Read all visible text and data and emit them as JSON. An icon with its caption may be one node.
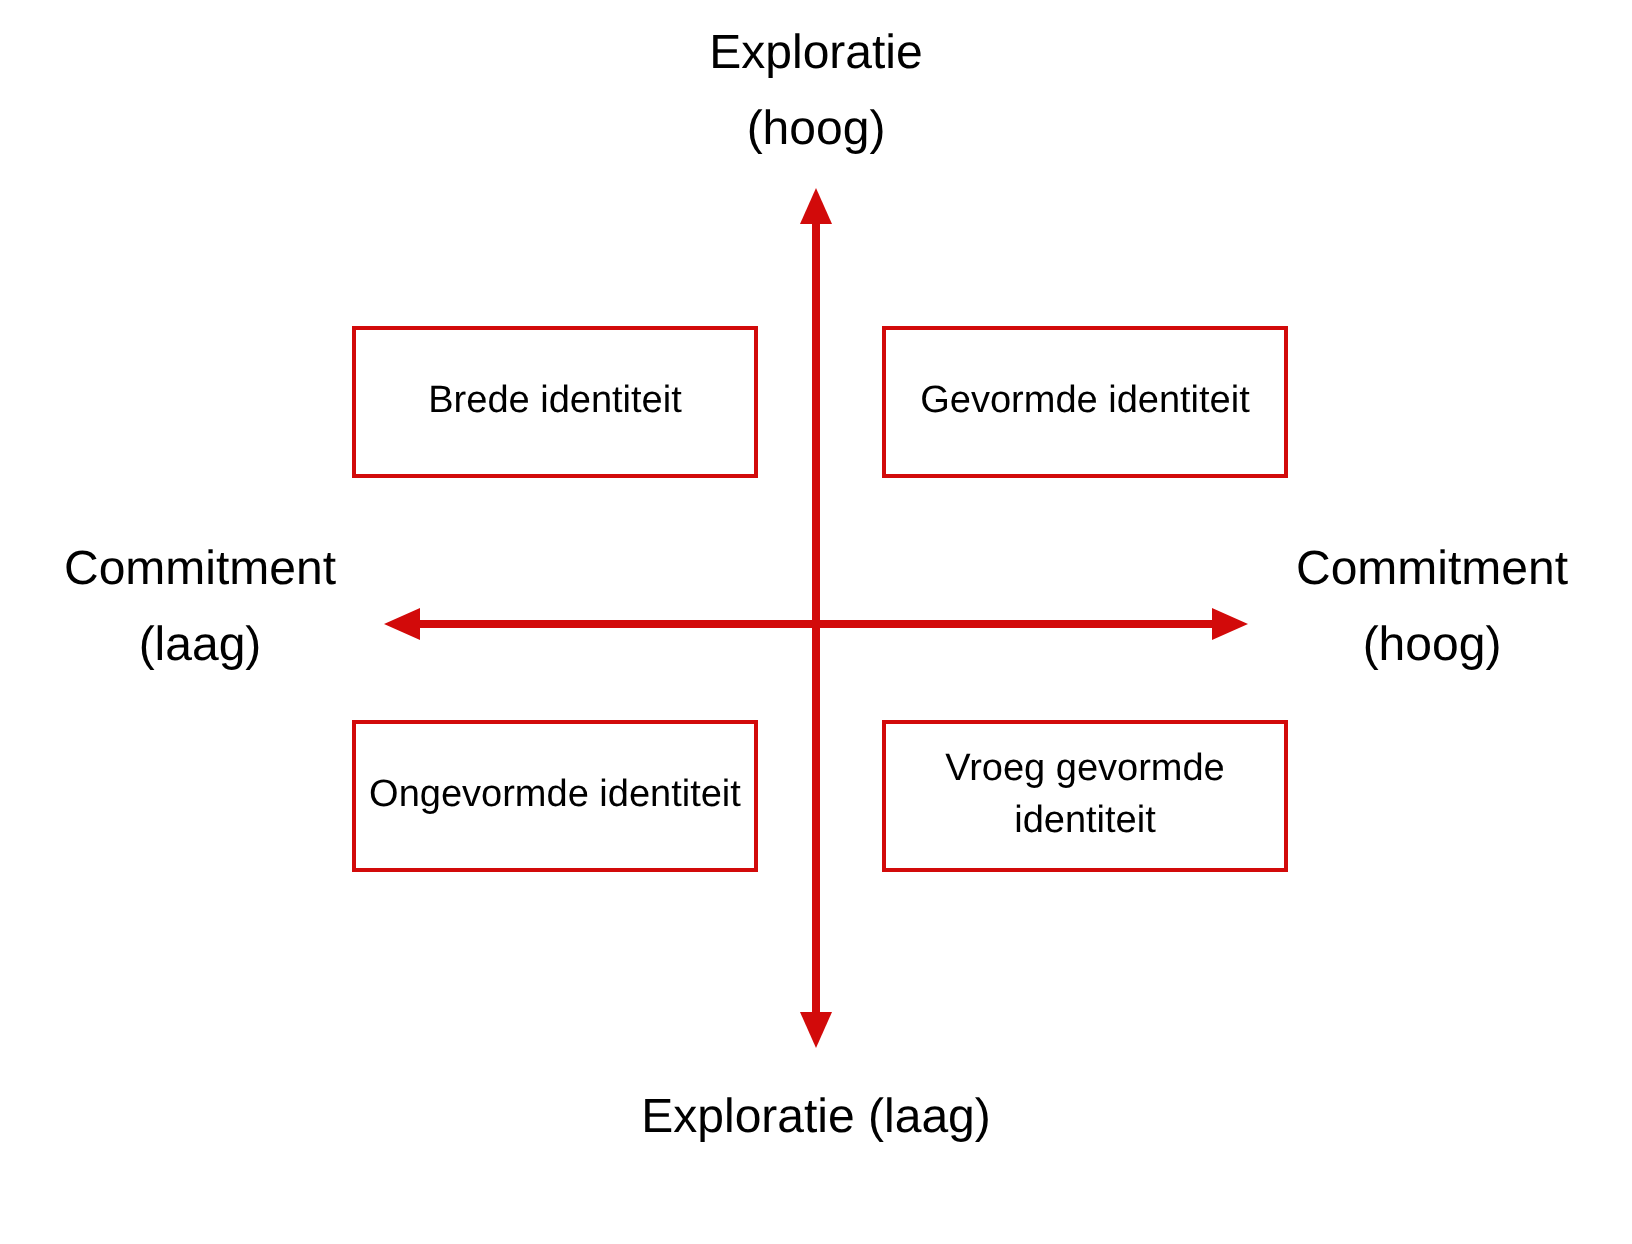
{
  "diagram": {
    "nodes": [
      {
        "text": [
          "Brede identiteit"
        ]
      },
      {
        "text": [
          "Gevormde identiteit"
        ]
      },
      {
        "text": [
          "Ongevormde identiteit"
        ]
      },
      {
        "text": [
          "Vroeg gevormde identiteit"
        ]
      }
    ],
    "labels": [
      "Exploratie (hoog)",
      "Commitment (laag)",
      "Commitment (hoog)",
      "Exploratie (laag)"
    ]
  }
}
